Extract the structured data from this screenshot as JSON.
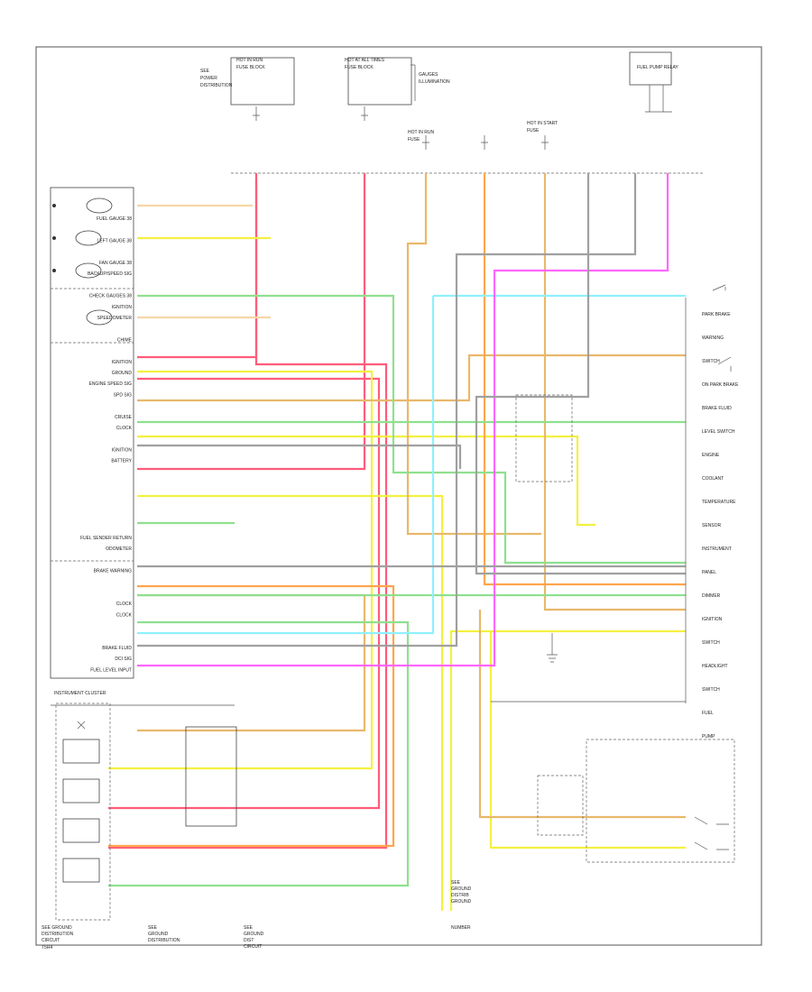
{
  "diagram": {
    "instrument_cluster_label": "INSTRUMENT CLUSTER",
    "footer_code_label": "T5R4",
    "left_pins": [
      "",
      "FUEL GAUGE 38",
      "",
      "LEFT GAUGE 38",
      "",
      "FAN GAUGE 38",
      "BACKUP/SPEED SIG",
      "",
      "CHECK GAUGES 38",
      "IGNITION",
      "SPEEDOMETER",
      "",
      "CHIME",
      "",
      "IGNITION",
      "GROUND",
      "ENGINE SPEED SIG",
      "SPD SIG",
      "",
      "CRUISE",
      "CLOCK",
      "",
      "IGNITION",
      "BATTERY",
      "",
      "",
      "",
      "",
      "",
      "",
      "FUEL SENDER RETURN",
      "ODOMETER",
      "",
      "BRAKE WARNING",
      "",
      "",
      "CLOCK",
      "CLOCK",
      "",
      "",
      "BRAKE FLUID",
      "DCI SIG",
      "FUEL LEVEL INPUT"
    ],
    "right_labels": [
      "PARK BRAKE",
      "WARNING",
      "SWITCH",
      "ON PARK BRAKE",
      "BRAKE FLUID",
      "LEVEL SWITCH",
      "ENGINE",
      "COOLANT",
      "TEMPERATURE",
      "SENSOR",
      "INSTRUMENT",
      "PANEL",
      "DIMMER",
      "IGNITION",
      "SWITCH",
      "HEADLIGHT",
      "SWITCH",
      "FUEL",
      "PUMP"
    ],
    "bottom_labels": [
      "SEE GROUND",
      "DISTRIBUTION",
      "CIRCUIT",
      "",
      "SEE",
      "GROUND",
      "DISTRIBUTION",
      "",
      "SEE",
      "GROUND",
      "DIST",
      "CIRCUIT",
      "SEE",
      "GROUND",
      "DISTRIB",
      "GROUND",
      "NUMBER"
    ],
    "top_labels": [
      "HOT IN RUN",
      "HOT AT ALL TIMES",
      "HOT IN RUN",
      "HOT IN START",
      "FUSE BLOCK",
      "FUSE BLOCK",
      "FUSE",
      "FUSE",
      "SEE",
      "POWER",
      "DISTRIBUTION",
      "GAUGES",
      "ILLUMINATION"
    ],
    "relay_label": "FUEL PUMP RELAY"
  }
}
